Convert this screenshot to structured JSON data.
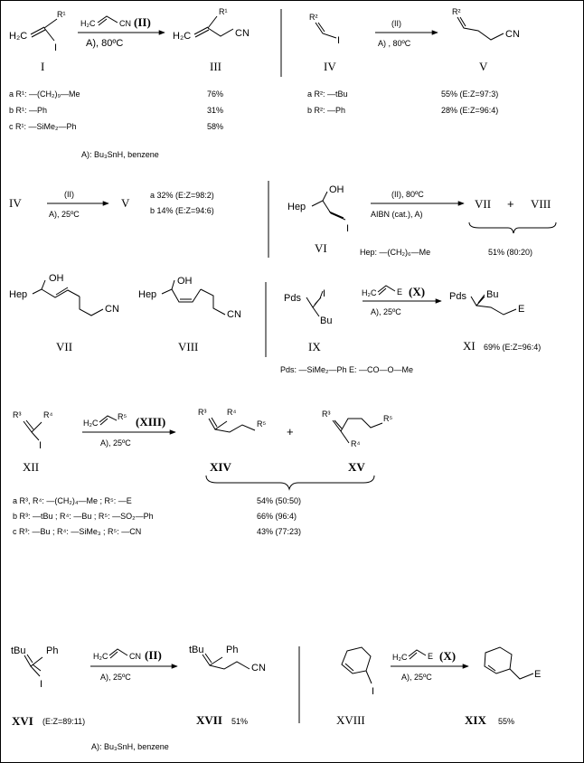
{
  "common": {
    "h2c": "H₂C",
    "cn": "CN",
    "i": "I",
    "e": "E",
    "hep": "Hep",
    "oh": "OH",
    "pds": "Pds",
    "bu": "Bu",
    "tbu": "tBu",
    "ph": "Ph",
    "plus": "+",
    "r1": "R¹",
    "r2": "R²",
    "r3": "R³",
    "r4": "R⁴",
    "r5": "R⁵"
  },
  "s1": {
    "reagent": "(II)",
    "cond": "A), 80ºC",
    "sm": "I",
    "prod": "III",
    "rows": [
      {
        "lbl": "a R¹: —(CH₂)₉—Me",
        "yld": "76%"
      },
      {
        "lbl": "b R¹: —Ph",
        "yld": "31%"
      },
      {
        "lbl": "c R¹: —SiMe₂—Ph",
        "yld": "58%"
      }
    ],
    "note": "A): Bu₃SnH, benzene"
  },
  "s2": {
    "reagent": "(II)",
    "cond": "A) , 80ºC",
    "sm": "IV",
    "prod": "V",
    "rows": [
      {
        "lbl": "a R²: —tBu",
        "yld": "55% (E:Z=97:3)"
      },
      {
        "lbl": "b R²: —Ph",
        "yld": "28% (E:Z=96:4)"
      }
    ]
  },
  "s3": {
    "sm": "IV",
    "reagent": "(II)",
    "cond": "A), 25ºC",
    "prod": "V",
    "rows": [
      "a 32% (E:Z=98:2)",
      "b 14% (E:Z=94:6)"
    ]
  },
  "s4": {
    "reagent": "(II), 80ºC",
    "cond": "AIBN (cat.), A)",
    "sm": "VI",
    "p1": "VII",
    "p2": "VIII",
    "hepdef": "Hep: —(CH₂)₆—Me",
    "yld": "51% (80:20)"
  },
  "s5": {
    "lbl7": "VII",
    "lbl8": "VIII"
  },
  "s6": {
    "reagent": "(X)",
    "cond": "A), 25ºC",
    "sm": "IX",
    "prod": "XI",
    "yld": "69% (E:Z=96:4)",
    "defs": "Pds: —SiMe₂—Ph     E: —CO—O—Me"
  },
  "s7": {
    "reagent": "(XIII)",
    "cond": "A), 25ºC",
    "sm": "XII",
    "p1": "XIV",
    "p2": "XV",
    "rows": [
      {
        "lbl": "a R³, R⁴: —(CH₂)₄—Me ; R⁵: —E",
        "yld": "54% (50:50)"
      },
      {
        "lbl": "b R³: —tBu ; R⁴: —Bu ; R⁵: —SO₂—Ph",
        "yld": "66% (96:4)"
      },
      {
        "lbl": "c R³: —Bu ; R⁴: —SiMe₃ ; R⁵: —CN",
        "yld": "43% (77:23)"
      }
    ]
  },
  "s8": {
    "reagent": "(II)",
    "cond": "A), 25ºC",
    "sm": "XVI",
    "smnote": "(E:Z=89:11)",
    "prod": "XVII",
    "yld": "51%",
    "note": "A): Bu₃SnH, benzene"
  },
  "s9": {
    "reagent": "(X)",
    "cond": "A), 25ºC",
    "sm": "XVIII",
    "prod": "XIX",
    "yld": "55%"
  }
}
